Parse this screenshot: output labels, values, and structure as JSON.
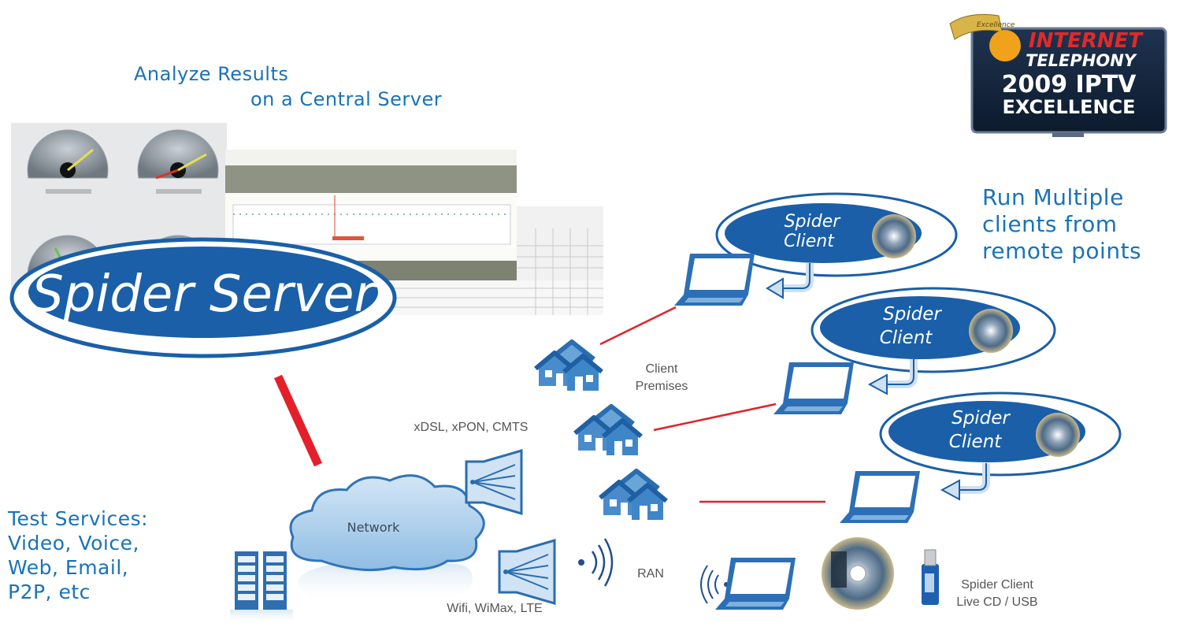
{
  "headings": {
    "analyze_line1": "Analyze Results",
    "analyze_line2": "on a Central Server",
    "run_line1": "Run Multiple",
    "run_line2": "clients from",
    "run_line3": "remote points",
    "test_line1": "Test Services:",
    "test_line2": "Video, Voice,",
    "test_line3": "Web, Email,",
    "test_line4": "P2P, etc"
  },
  "server": {
    "label": "Spider Server"
  },
  "clients": {
    "label_line1": "Spider",
    "label_line2": "Client"
  },
  "network": {
    "label": "Network"
  },
  "labels": {
    "client_premises_line1": "Client",
    "client_premises_line2": "Premises",
    "wired_access": "xDSL, xPON, CMTS",
    "ran": "RAN",
    "wireless_access": "Wifi, WiMax, LTE",
    "live_cd_line1": "Spider Client",
    "live_cd_line2": "Live CD / USB"
  },
  "award": {
    "ribbon": "Excellence",
    "line1": "INTERNET",
    "line2": "TELEPHONY",
    "line3": "2009 IPTV",
    "line4": "EXCELLENCE"
  },
  "colors": {
    "brand_blue": "#1a5fa8",
    "text_blue": "#1a72b8",
    "link_red": "#e3202a",
    "icon_blue": "#4a90c8"
  }
}
